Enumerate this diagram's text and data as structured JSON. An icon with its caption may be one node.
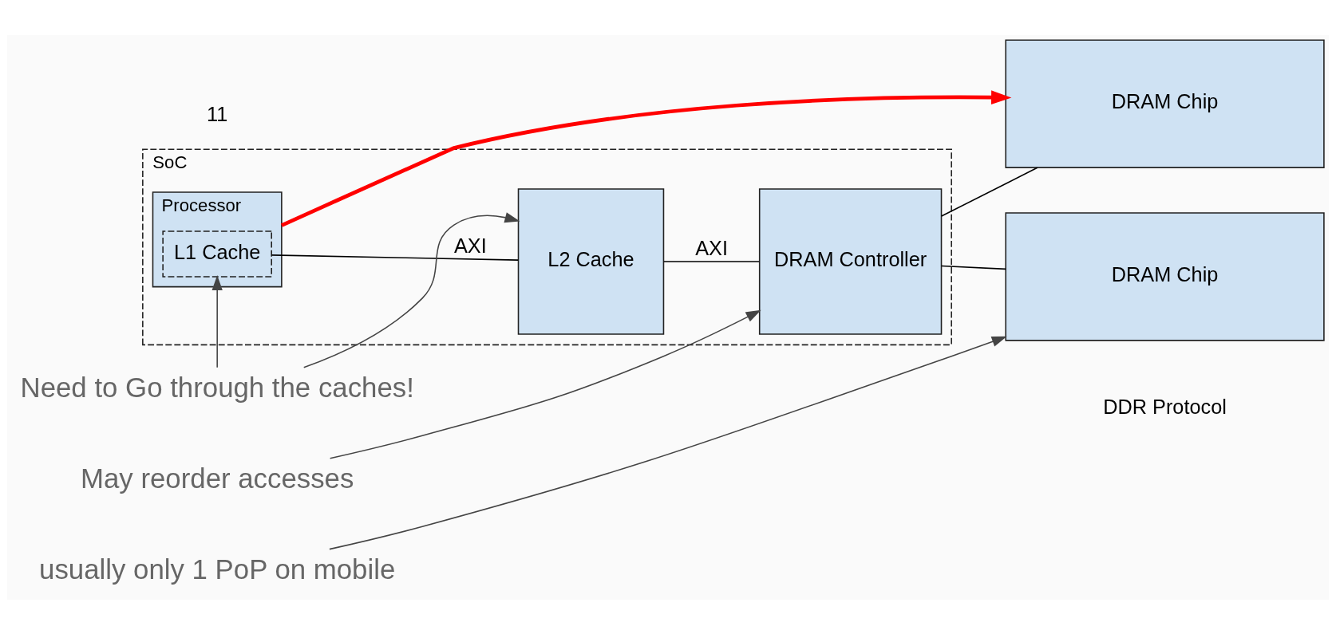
{
  "diagram": {
    "nodes": [
      {
        "text": [
          "SoC"
        ]
      },
      {
        "text": [
          "Processor"
        ],
        "in": 0
      },
      {
        "text": [
          "L1 Cache"
        ],
        "in": 1
      },
      {
        "text": [
          "L2 Cache"
        ],
        "in": 0
      },
      {
        "text": [
          "DRAM Controller"
        ],
        "in": 0
      },
      {
        "text": [
          "DRAM Chip"
        ]
      },
      {
        "text": [
          "DRAM Chip"
        ]
      },
      {
        "text": [
          "Need to Go through the caches!"
        ]
      },
      {
        "text": [
          "May reorder accesses"
        ]
      },
      {
        "text": [
          "usually only 1 PoP on mobile"
        ]
      }
    ],
    "edges": [
      {
        "from": 2,
        "to": 3,
        "arrow": "none",
        "label": "AXI"
      },
      {
        "from": 3,
        "to": 4,
        "arrow": "none",
        "label": "AXI"
      },
      {
        "from": 4,
        "to": 5,
        "arrow": "none"
      },
      {
        "from": 4,
        "to": 6,
        "arrow": "none"
      },
      {
        "from": 1,
        "to": 5,
        "arrow": "to",
        "style": "thick",
        "color": "#ff0000"
      },
      {
        "from": 7,
        "to": 2,
        "arrow": "to"
      },
      {
        "from": 7,
        "to": 3,
        "arrow": "to"
      },
      {
        "from": 8,
        "to": 4,
        "arrow": "to"
      },
      {
        "from": 9,
        "to": 6,
        "arrow": "to"
      }
    ],
    "labels": [
      "DDR Protocol",
      "11"
    ]
  }
}
